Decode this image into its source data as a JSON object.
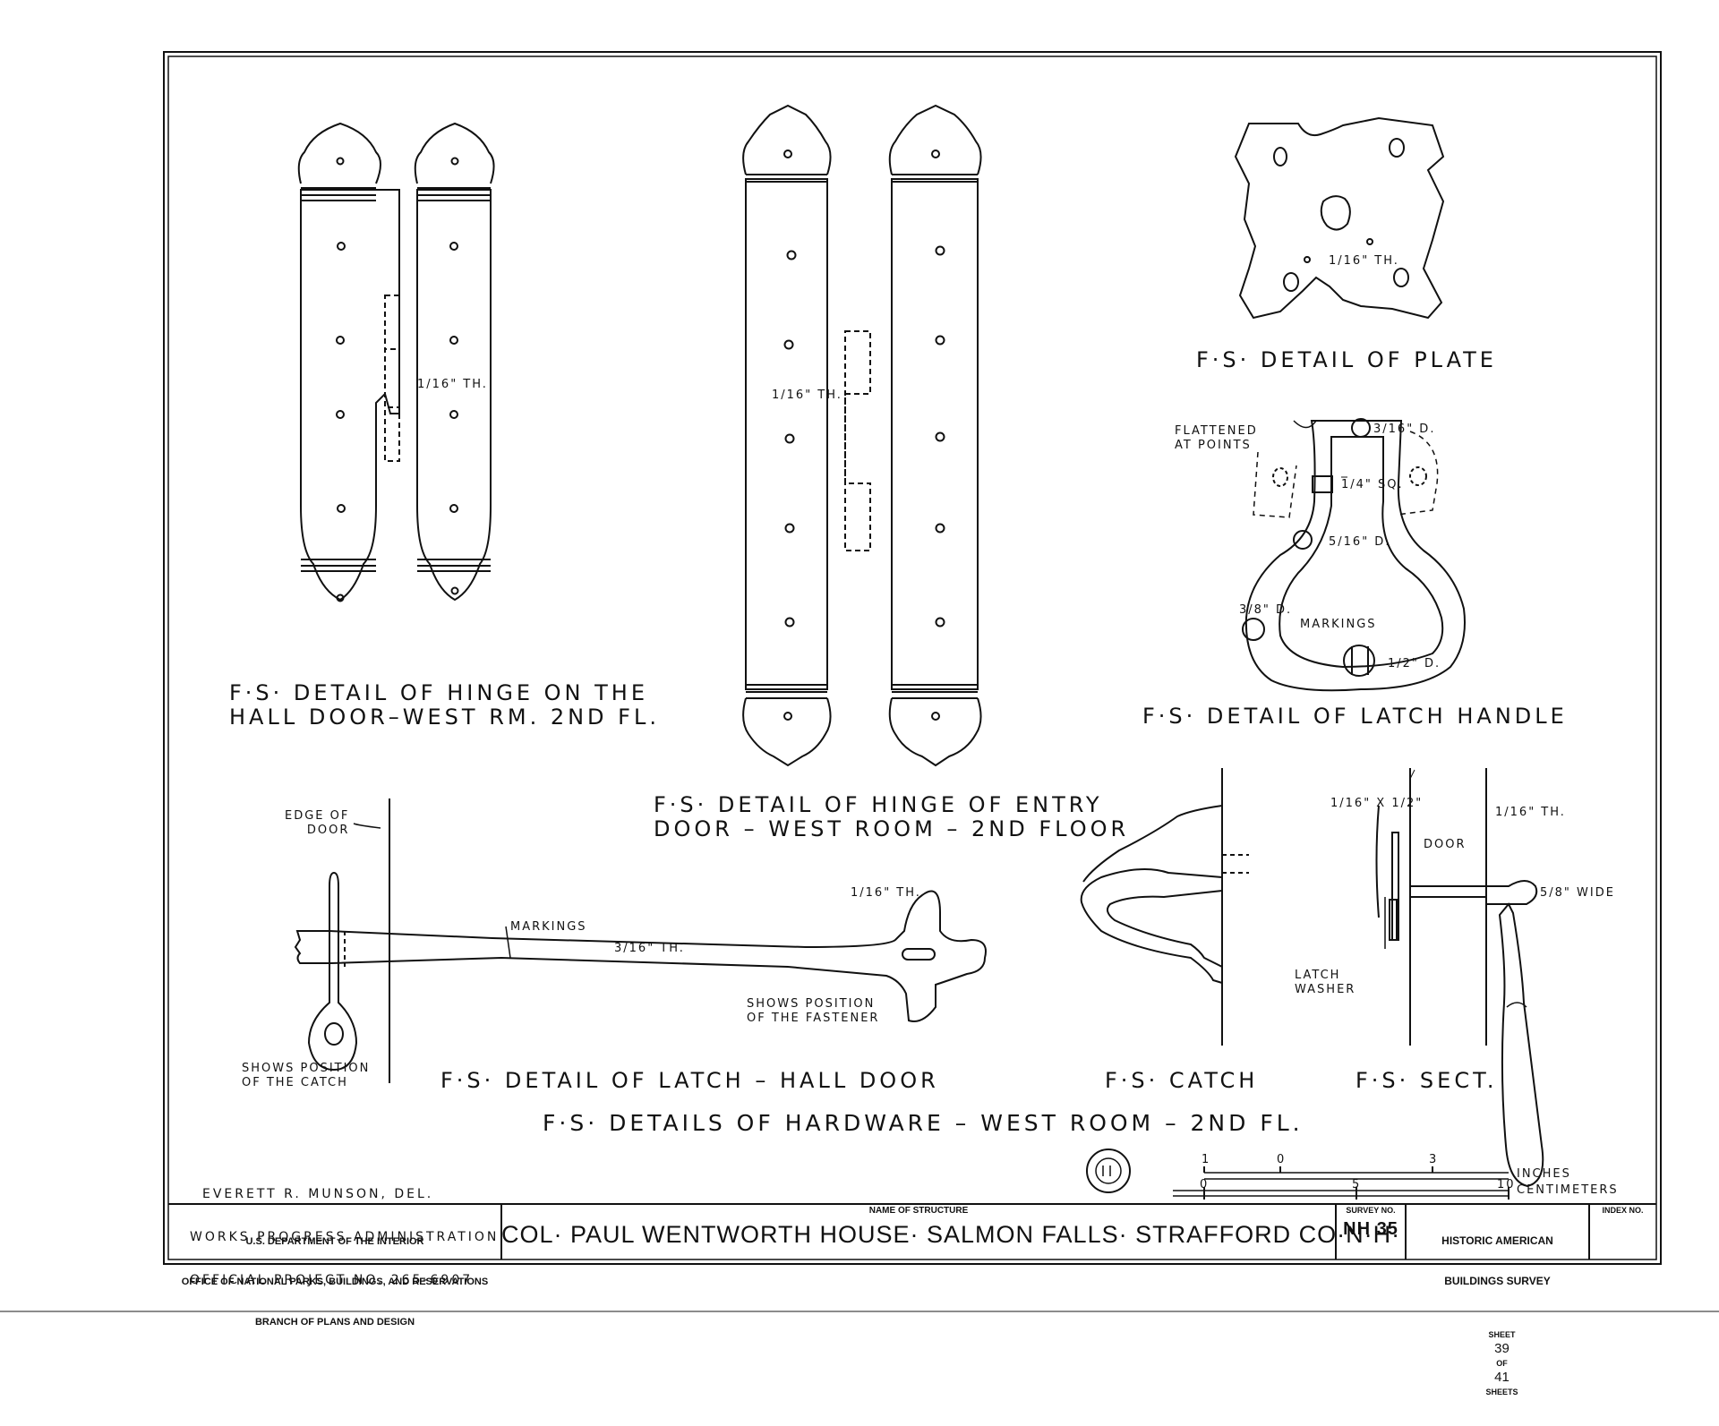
{
  "details": {
    "hinge_hall": {
      "title_1": "F·S· DETAIL OF HINGE ON THE",
      "title_2": "HALL DOOR–WEST RM. 2ND FL.",
      "thickness": "1/16\" TH."
    },
    "hinge_entry": {
      "title_1": "F·S· DETAIL OF HINGE OF ENTRY",
      "title_2": "DOOR – WEST ROOM – 2ND FLOOR",
      "thickness": "1/16\" TH."
    },
    "plate": {
      "title": "F·S· DETAIL OF PLATE",
      "thickness": "1/16\" TH."
    },
    "latch_handle": {
      "title": "F·S· DETAIL OF LATCH HANDLE",
      "flattened": "FLATTENED\nAT POINTS",
      "dim_top": "3/16\" D.",
      "dim_sq": "1/4\" SQ.",
      "dim_mid": "5/16\" D.",
      "dim_left": "3/8\" D.",
      "markings": "MARKINGS",
      "dim_bottom": "1/2\" D."
    },
    "latch": {
      "title": "F·S· DETAIL OF LATCH – HALL DOOR",
      "edge_of_door": "EDGE OF\nDOOR",
      "markings": "MARKINGS",
      "thickness": "3/16\" TH.",
      "thickness_end": "1/16\" TH.",
      "shows_fastener": "SHOWS POSITION\nOF THE FASTENER",
      "shows_catch": "SHOWS POSITION\nOF THE CATCH"
    },
    "catch": {
      "title": "F·S· CATCH"
    },
    "section": {
      "title": "F·S· SECT.",
      "dim_top": "1/16\" X 1/2\"",
      "door": "DOOR",
      "thickness": "1/16\" TH.",
      "wide": "5/8\" WIDE",
      "latch_washer": "LATCH\nWASHER"
    }
  },
  "sheet_title": "F·S· DETAILS OF HARDWARE – WEST ROOM – 2ND FL.",
  "credits": [
    "EVERETT R. MUNSON, DEL.",
    "WORKS PROGRESS ADMINISTRATION",
    "OFFICIAL PROJECT NO. 265-6907"
  ],
  "scale": {
    "inches_label": "INCHES",
    "cm_label": "CENTIMETERS",
    "inch_ticks": [
      "1",
      "0",
      "3"
    ],
    "cm_ticks": [
      "0",
      "5",
      "10"
    ]
  },
  "title_block": {
    "agency_lines": [
      "U.S. DEPARTMENT OF THE INTERIOR",
      "OFFICE OF NATIONAL PARKS, BUILDINGS, AND RESERVATIONS",
      "BRANCH OF PLANS AND DESIGN"
    ],
    "name_label": "NAME OF STRUCTURE",
    "name": "COL· PAUL WENTWORTH HOUSE· SALMON FALLS· STRAFFORD CO·N·H·",
    "survey_label": "SURVEY NO.",
    "survey_no": "NH 35",
    "habs_1": "HISTORIC AMERICAN",
    "habs_2": "BUILDINGS SURVEY",
    "sheet_prefix": "SHEET",
    "sheet_no": "39",
    "sheet_of": "OF",
    "sheet_total": "41",
    "sheet_suffix": "SHEETS",
    "index_label": "INDEX NO."
  }
}
